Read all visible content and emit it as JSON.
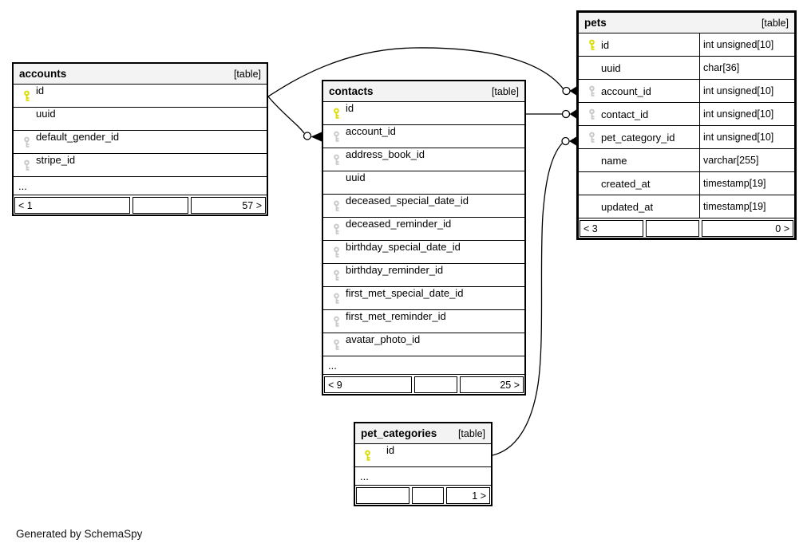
{
  "generator_note": "Generated by SchemaSpy",
  "colors": {
    "primary_key_yellow": "#dcdc00",
    "foreign_key_gray": "#c9c9c9",
    "header_background": "#f3f3f3",
    "border_black": "#000000",
    "background": "#ffffff"
  },
  "tables": [
    {
      "name": "accounts",
      "badge": "[table]",
      "columns": [
        {
          "name": "id",
          "key": "primary"
        },
        {
          "name": "uuid",
          "key": "none"
        },
        {
          "name": "default_gender_id",
          "key": "foreign"
        },
        {
          "name": "stripe_id",
          "key": "foreign"
        }
      ],
      "ellipsis": "...",
      "footer": {
        "left": "< 1",
        "middle": "",
        "right": "57 >"
      }
    },
    {
      "name": "contacts",
      "badge": "[table]",
      "columns": [
        {
          "name": "id",
          "key": "primary"
        },
        {
          "name": "account_id",
          "key": "foreign"
        },
        {
          "name": "address_book_id",
          "key": "foreign"
        },
        {
          "name": "uuid",
          "key": "none"
        },
        {
          "name": "deceased_special_date_id",
          "key": "foreign"
        },
        {
          "name": "deceased_reminder_id",
          "key": "foreign"
        },
        {
          "name": "birthday_special_date_id",
          "key": "foreign"
        },
        {
          "name": "birthday_reminder_id",
          "key": "foreign"
        },
        {
          "name": "first_met_special_date_id",
          "key": "foreign"
        },
        {
          "name": "first_met_reminder_id",
          "key": "foreign"
        },
        {
          "name": "avatar_photo_id",
          "key": "foreign"
        }
      ],
      "ellipsis": "...",
      "footer": {
        "left": "< 9",
        "middle": "",
        "right": "25 >"
      }
    },
    {
      "name": "pets",
      "badge": "[table]",
      "columns": [
        {
          "name": "id",
          "type": "int unsigned[10]",
          "key": "primary"
        },
        {
          "name": "uuid",
          "type": "char[36]",
          "key": "none"
        },
        {
          "name": "account_id",
          "type": "int unsigned[10]",
          "key": "foreign"
        },
        {
          "name": "contact_id",
          "type": "int unsigned[10]",
          "key": "foreign"
        },
        {
          "name": "pet_category_id",
          "type": "int unsigned[10]",
          "key": "foreign"
        },
        {
          "name": "name",
          "type": "varchar[255]",
          "key": "none"
        },
        {
          "name": "created_at",
          "type": "timestamp[19]",
          "key": "none"
        },
        {
          "name": "updated_at",
          "type": "timestamp[19]",
          "key": "none"
        }
      ],
      "footer": {
        "left": "< 3",
        "middle": "",
        "right": "0 >"
      }
    },
    {
      "name": "pet_categories",
      "badge": "[table]",
      "columns": [
        {
          "name": "id",
          "key": "primary"
        }
      ],
      "ellipsis": "...",
      "footer": {
        "left": "",
        "middle": "",
        "right": "1 >"
      }
    }
  ],
  "relationships": [
    {
      "from": "accounts.id",
      "to": "contacts.account_id"
    },
    {
      "from": "accounts.id",
      "to": "pets.account_id"
    },
    {
      "from": "contacts.id",
      "to": "pets.contact_id"
    },
    {
      "from": "pet_categories.id",
      "to": "pets.pet_category_id"
    }
  ]
}
